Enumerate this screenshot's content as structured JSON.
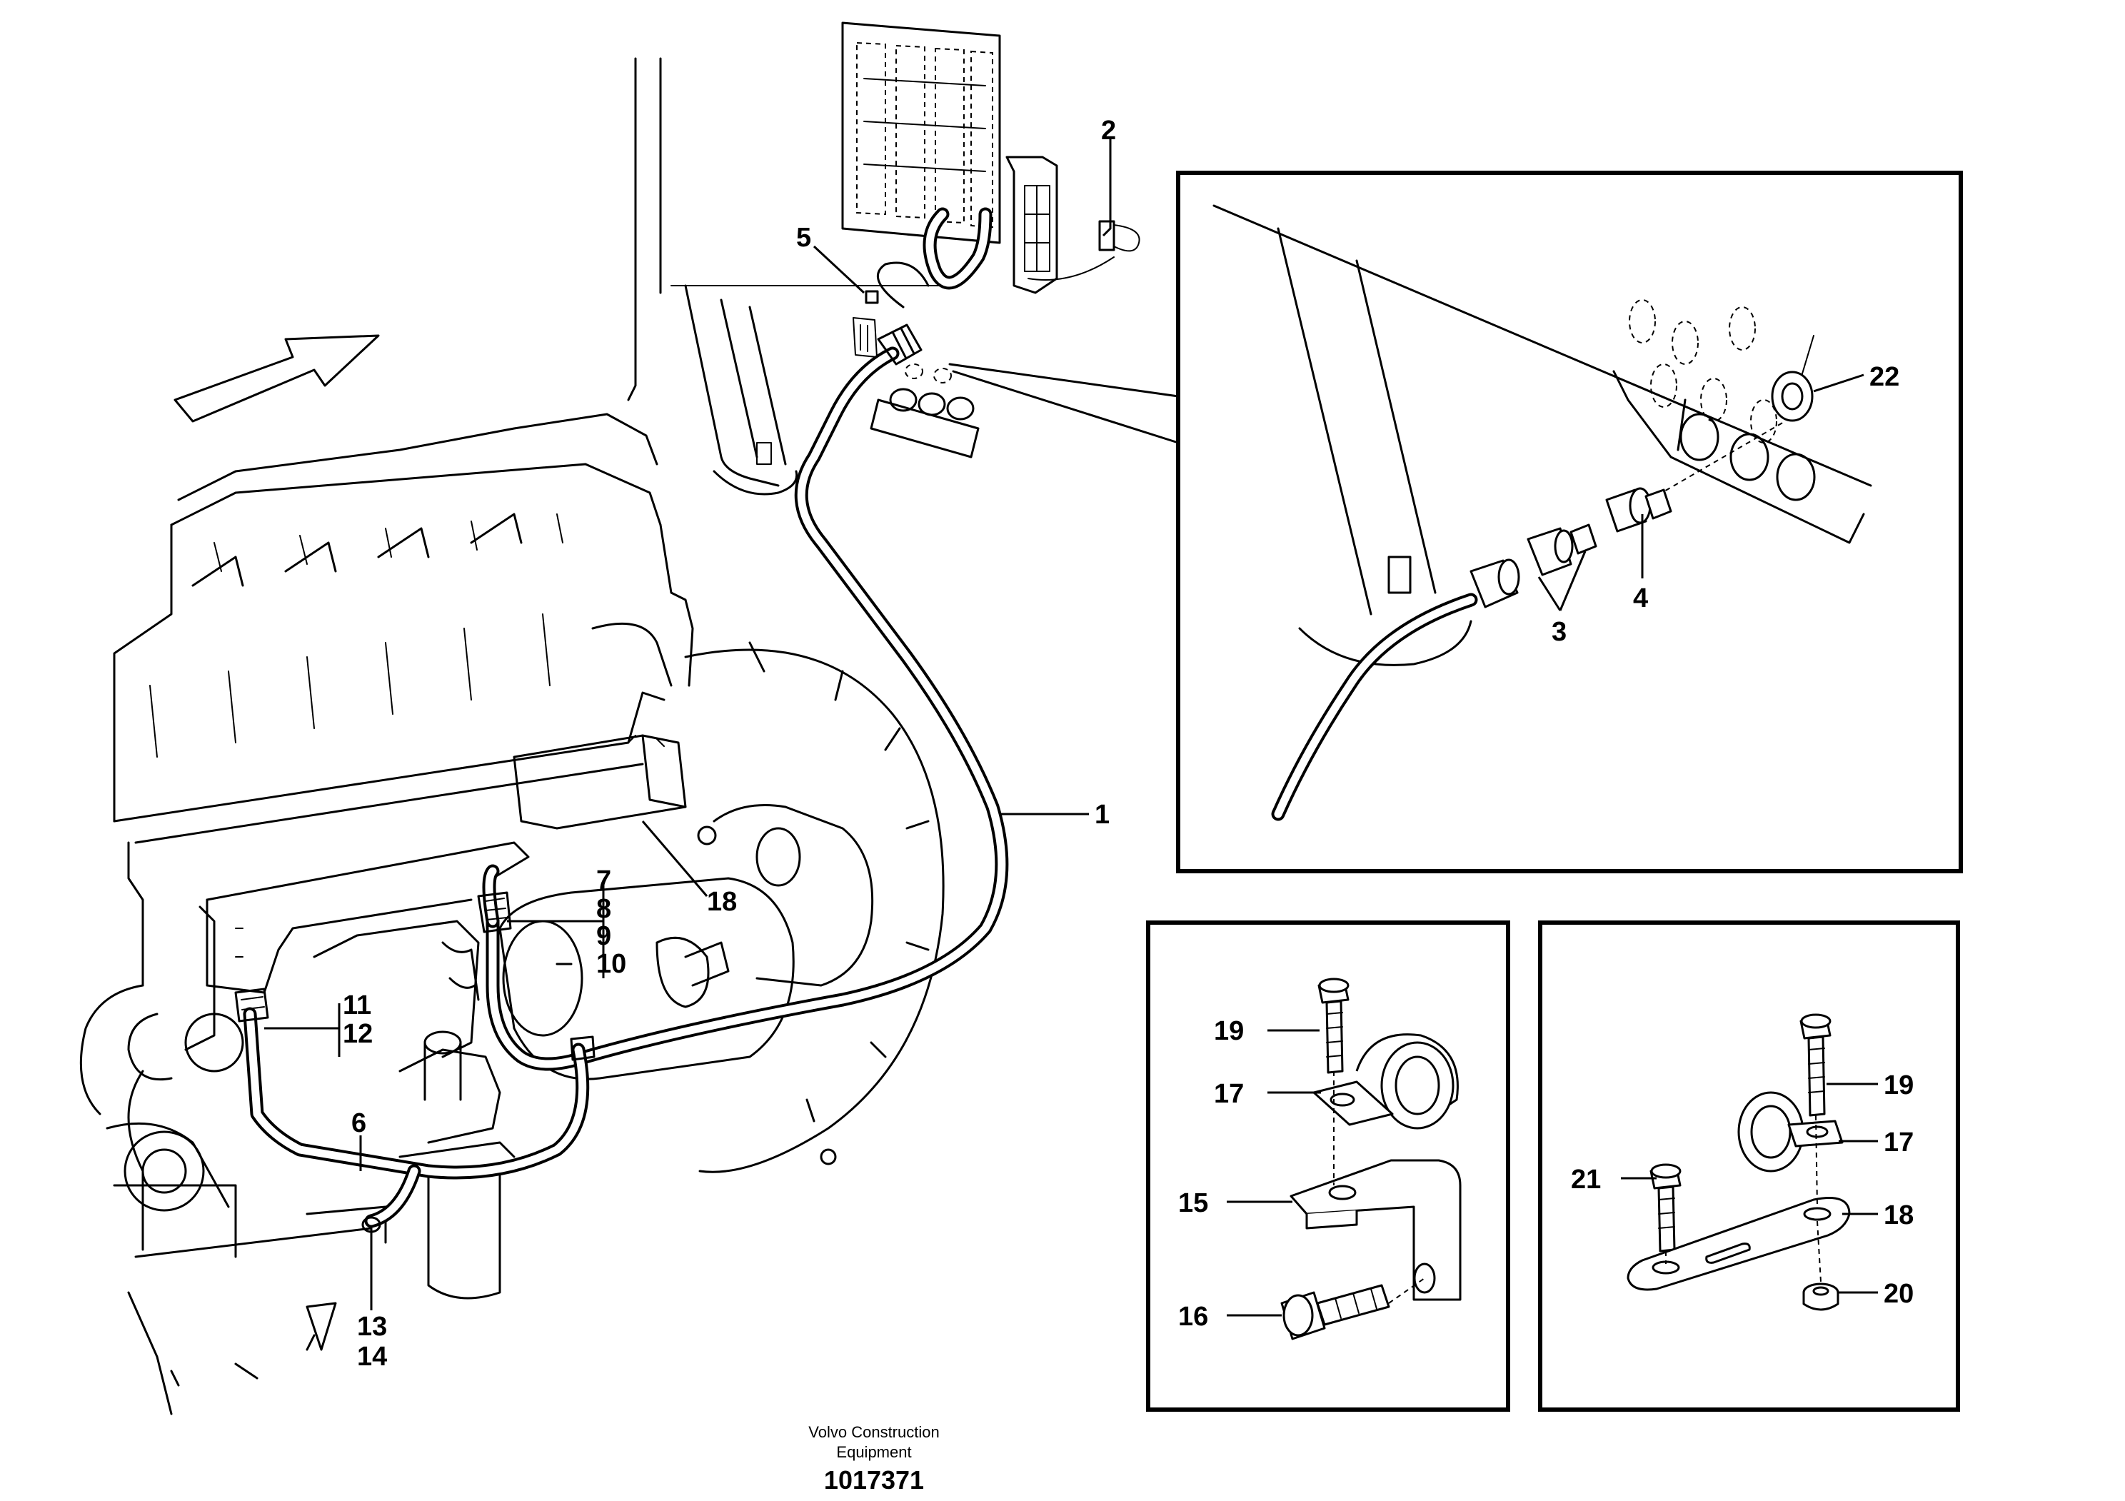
{
  "callouts": [
    "1",
    "2",
    "3",
    "4",
    "5",
    "6",
    "7",
    "8",
    "9",
    "10",
    "11",
    "12",
    "13",
    "14",
    "15",
    "16",
    "17",
    "18",
    "19",
    "20",
    "21",
    "22"
  ],
  "detail_callouts": {
    "left_box": [
      "19",
      "17",
      "15",
      "16"
    ],
    "right_box": [
      "19",
      "17",
      "21",
      "18",
      "20"
    ]
  },
  "footer": {
    "company_line1": "Volvo Construction",
    "company_line2": "Equipment",
    "drawing_number": "1017371"
  }
}
